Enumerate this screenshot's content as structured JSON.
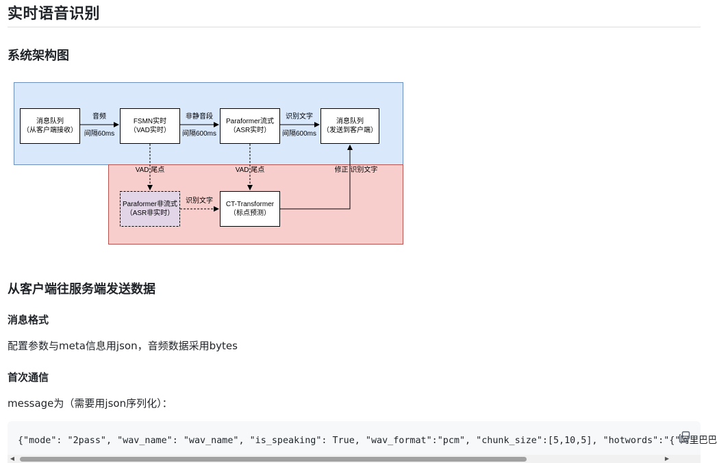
{
  "page": {
    "title": "实时语音识别",
    "section_arch": "系统架构图",
    "section_send": "从客户端往服务端发送数据",
    "msg_format_heading": "消息格式",
    "msg_format_text": "配置参数与meta信息用json，音频数据采用bytes",
    "first_comm_heading": "首次通信",
    "first_comm_text": "message为（需要用json序列化）："
  },
  "diagram": {
    "boxes": {
      "queue_in": [
        "消息队列",
        "（从客户端接收）"
      ],
      "fsmn": [
        "FSMN实时",
        "（VAD实时）"
      ],
      "para_stream": [
        "Paraformer流式",
        "（ASR实时）"
      ],
      "queue_out": [
        "消息队列",
        "（发送到客户端）"
      ],
      "para_offline": [
        "Paraformer非流式",
        "（ASR非实时）"
      ],
      "ct": [
        "CT-Transformer",
        "（标点预测）"
      ]
    },
    "labels": {
      "audio": "音频",
      "interval_60": "间隔60ms",
      "non_silence": "非静音段",
      "interval_600a": "间隔600ms",
      "recog_text_top": "识别文字",
      "interval_600b": "间隔600ms",
      "vad_end_1": "VAD 尾点",
      "vad_end_2": "VAD 尾点",
      "fix_text": "修正  识别文字",
      "recog_text_bottom": "识别文字"
    },
    "colors": {
      "top_region": "#dae8fc",
      "top_border": "#6c8ebf",
      "bottom_region": "#f8cecc",
      "bottom_border": "#b85450",
      "offline_box": "#e1d5e7"
    }
  },
  "code": {
    "text": "{\"mode\": \"2pass\", \"wav_name\": \"wav_name\", \"is_speaking\": True, \"wav_format\":\"pcm\", \"chunk_size\":[5,10,5], \"hotwords\":\"{\"阿里巴巴",
    "copy_icon": "copy-icon"
  }
}
